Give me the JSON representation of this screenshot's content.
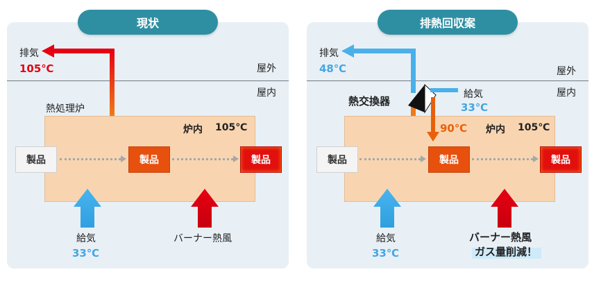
{
  "left": {
    "tag": "現状",
    "exhaust_label": "排気",
    "exhaust_temp": "105℃",
    "outdoor": "屋外",
    "indoor": "屋内",
    "furnace_name": "熱処理炉",
    "furnace_temp_label": "炉内",
    "furnace_temp": "105℃",
    "product_raw": "製品",
    "product_mid": "製品",
    "product_done": "製品",
    "supply_label": "給気",
    "supply_temp": "33℃",
    "burner_label": "バーナー熱風"
  },
  "right": {
    "tag": "排熱回収案",
    "exhaust_label": "排気",
    "exhaust_temp": "48℃",
    "outdoor": "屋外",
    "indoor": "屋内",
    "heat_exchanger": "熱交換器",
    "hx_supply_label": "給気",
    "hx_supply_temp": "33℃",
    "preheat_temp": "90℃",
    "furnace_temp_label": "炉内",
    "furnace_temp": "105℃",
    "product_raw": "製品",
    "product_mid": "製品",
    "product_done": "製品",
    "supply_label": "給気",
    "supply_temp": "33℃",
    "burner_label": "バーナー熱風",
    "gas_reduction": "ガス量削減！"
  },
  "colors": {
    "hot_red": "#e60012",
    "cool_blue": "#44a6e0",
    "preheat_orange": "#e8600c",
    "tag_teal": "#2e8fa3",
    "panel_bg": "#e8f0f6",
    "furnace_fill": "#f8d5b0"
  }
}
